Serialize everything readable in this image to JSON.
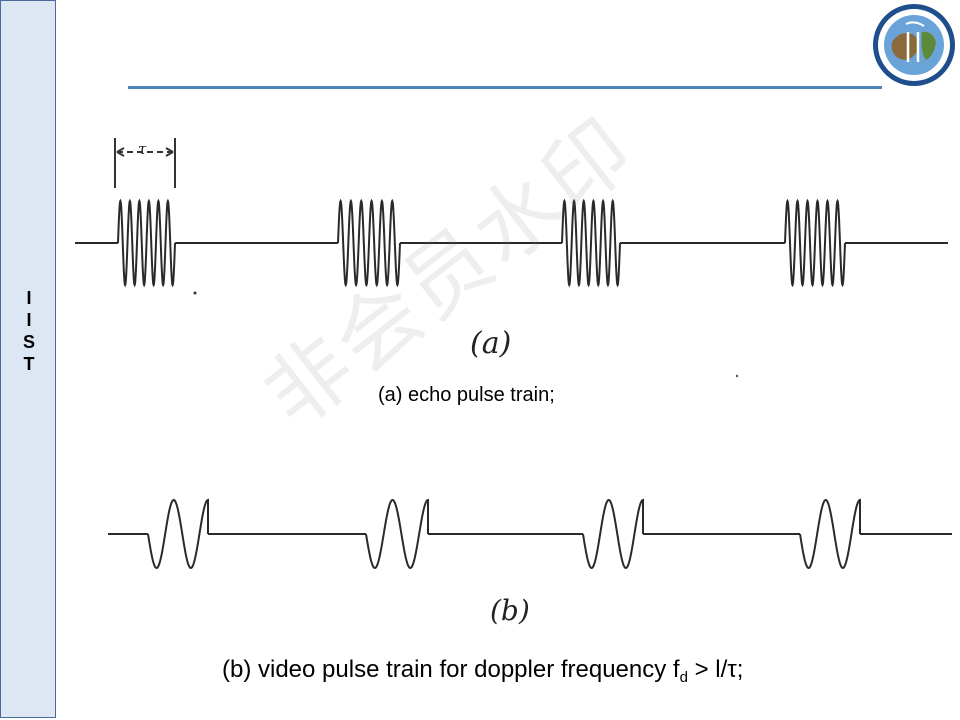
{
  "sidebar": {
    "letters": [
      "I",
      "I",
      "S",
      "T"
    ]
  },
  "labels": {
    "panel_a_mark": "(a)",
    "panel_b_mark": "(b)",
    "tau_mark": "τ",
    "caption_a": "(a) echo pulse train;",
    "caption_b_pre": "(b) video pulse train for doppler frequency f",
    "caption_b_sub": "d",
    "caption_b_post": " > l/τ;"
  },
  "watermark": "非会员水印",
  "logo": {
    "emblem": "globe-emblem-icon"
  },
  "colors": {
    "accent": "#4f81bd",
    "sidebar_bg": "#dde6f3",
    "sidebar_border": "#4a6b9a"
  }
}
